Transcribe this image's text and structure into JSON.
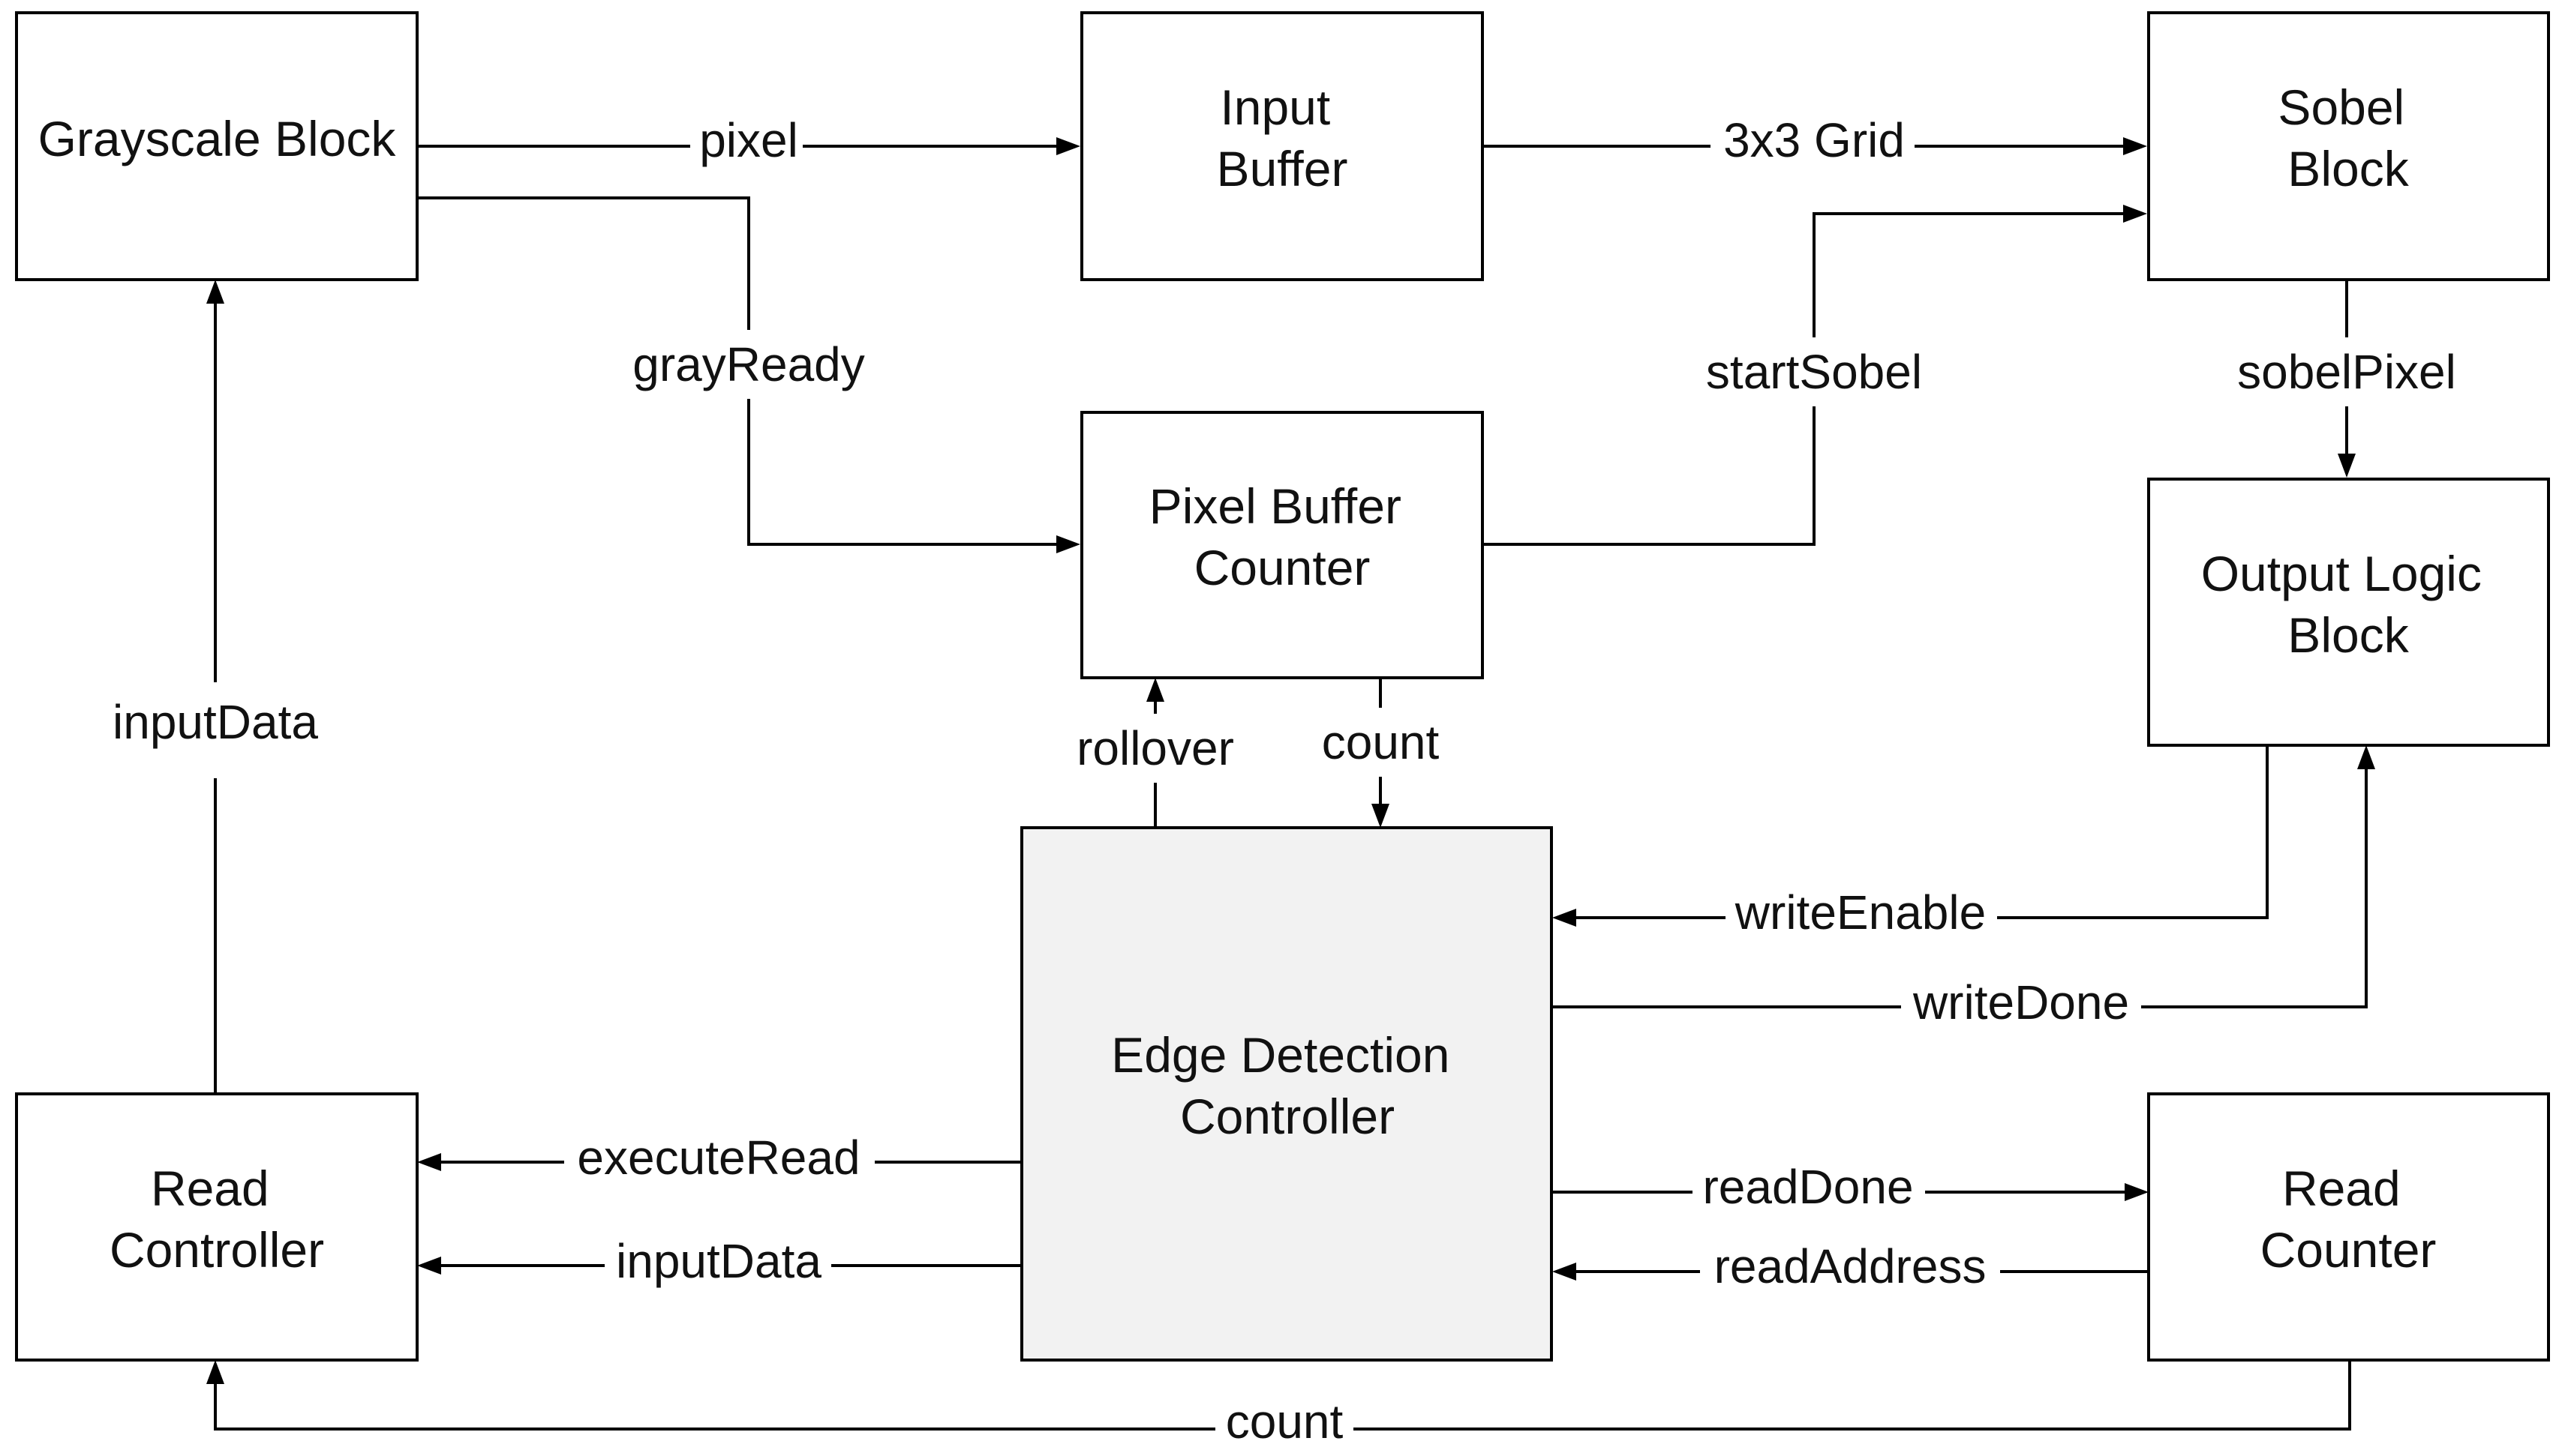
{
  "blocks": {
    "grayscale": [
      "Grayscale Block"
    ],
    "input_buffer": [
      "Input",
      "Buffer"
    ],
    "sobel": [
      "Sobel",
      "Block"
    ],
    "pixel_buffer_counter": [
      "Pixel Buffer",
      "Counter"
    ],
    "output_logic": [
      "Output Logic",
      "Block"
    ],
    "edge_detection_controller": [
      "Edge Detection",
      "Controller"
    ],
    "read_controller": [
      "Read",
      "Controller"
    ],
    "read_counter": [
      "Read",
      "Counter"
    ]
  },
  "signals": {
    "pixel": "pixel",
    "grid_3x3": "3x3 Grid",
    "gray_ready": "grayReady",
    "start_sobel": "startSobel",
    "sobel_pixel": "sobelPixel",
    "input_data_up": "inputData",
    "rollover": "rollover",
    "count_pbc": "count",
    "write_enable": "writeEnable",
    "write_done": "writeDone",
    "execute_read": "executeRead",
    "input_data_rc": "inputData",
    "read_done": "readDone",
    "read_address": "readAddress",
    "count_bottom": "count"
  },
  "colors": {
    "line": "#000000",
    "block_fill": "#ffffff",
    "controller_fill": "#f2f2f2"
  }
}
